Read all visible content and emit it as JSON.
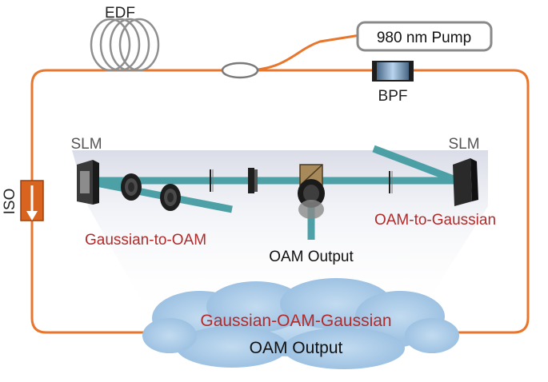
{
  "labels": {
    "edf": "EDF",
    "pump": "980 nm Pump",
    "bpf": "BPF",
    "iso": "ISO",
    "slm_left": "SLM",
    "slm_right": "SLM",
    "gaussian_to_oam": "Gaussian-to-OAM",
    "oam_to_gaussian": "OAM-to-Gaussian",
    "oam_output": "OAM Output",
    "cloud_title": "Gaussian-OAM-Gaussian",
    "cloud_subtitle": "OAM Output"
  },
  "colors": {
    "fiber": "#e8762c",
    "accent_text": "#b22a2a",
    "beam": "#3f9aa0",
    "cloud": "#a9cbe8",
    "iso_body": "#d9641f",
    "dark_text": "#222222",
    "grey_text": "#555555"
  }
}
